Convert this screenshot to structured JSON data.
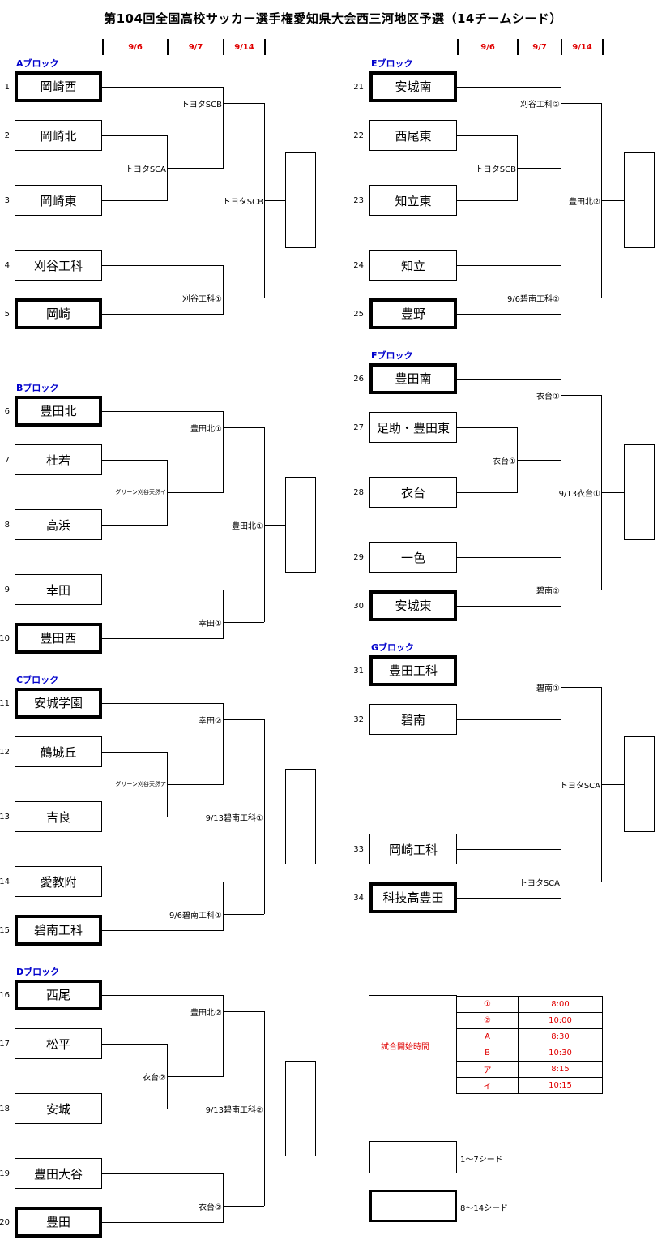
{
  "title": "第104回全国高校サッカー選手権愛知県大会西三河地区予選（14チームシード）",
  "dates": [
    "9/6",
    "9/7",
    "9/14"
  ],
  "blocks": [
    "Aブロック",
    "Bブロック",
    "Cブロック",
    "Dブロック",
    "Eブロック",
    "Fブロック",
    "Gブロック"
  ],
  "teams": [
    {
      "num": "1",
      "name": "岡崎西"
    },
    {
      "num": "2",
      "name": "岡崎北"
    },
    {
      "num": "3",
      "name": "岡崎東"
    },
    {
      "num": "4",
      "name": "刈谷工科"
    },
    {
      "num": "5",
      "name": "岡崎"
    },
    {
      "num": "6",
      "name": "豊田北"
    },
    {
      "num": "7",
      "name": "杜若"
    },
    {
      "num": "8",
      "name": "高浜"
    },
    {
      "num": "9",
      "name": "幸田"
    },
    {
      "num": "10",
      "name": "豊田西"
    },
    {
      "num": "11",
      "name": "安城学園"
    },
    {
      "num": "12",
      "name": "鶴城丘"
    },
    {
      "num": "13",
      "name": "吉良"
    },
    {
      "num": "14",
      "name": "愛教附"
    },
    {
      "num": "15",
      "name": "碧南工科"
    },
    {
      "num": "16",
      "name": "西尾"
    },
    {
      "num": "17",
      "name": "松平"
    },
    {
      "num": "18",
      "name": "安城"
    },
    {
      "num": "19",
      "name": "豊田大谷"
    },
    {
      "num": "20",
      "name": "豊田"
    },
    {
      "num": "21",
      "name": "安城南"
    },
    {
      "num": "22",
      "name": "西尾東"
    },
    {
      "num": "23",
      "name": "知立東"
    },
    {
      "num": "24",
      "name": "知立"
    },
    {
      "num": "25",
      "name": "豊野"
    },
    {
      "num": "26",
      "name": "豊田南"
    },
    {
      "num": "27",
      "name": "足助・豊田東"
    },
    {
      "num": "28",
      "name": "衣台"
    },
    {
      "num": "29",
      "name": "一色"
    },
    {
      "num": "30",
      "name": "安城東"
    },
    {
      "num": "31",
      "name": "豊田工科"
    },
    {
      "num": "32",
      "name": "碧南"
    },
    {
      "num": "33",
      "name": "岡崎工科"
    },
    {
      "num": "34",
      "name": "科技高豊田"
    }
  ],
  "venues": {
    "a1": "トヨタSCA",
    "a2": "トヨタSCB",
    "a3": "刈谷工科①",
    "a4": "トヨタSCB",
    "b1": "グリーン刈谷天然イ",
    "b2": "豊田北①",
    "b3": "幸田①",
    "b4": "豊田北①",
    "c1": "グリーン刈谷天然ア",
    "c2": "幸田②",
    "c3": "9/6碧南工科①",
    "c4": "9/13碧南工科①",
    "d1": "衣台②",
    "d2": "豊田北②",
    "d3": "衣台②",
    "d4": "9/13碧南工科②",
    "e1": "トヨタSCB",
    "e2": "刈谷工科②",
    "e3": "9/6碧南工科②",
    "e4": "豊田北②",
    "f1": "衣台①",
    "f2": "衣台①",
    "f3": "碧南②",
    "f4": "9/13衣台①",
    "g1": "碧南①",
    "g2": "トヨタSCA",
    "g3": "トヨタSCA"
  },
  "schedule": {
    "label": "試合開始時間",
    "rows": [
      {
        "key": "①",
        "time": "8:00"
      },
      {
        "key": "②",
        "time": "10:00"
      },
      {
        "key": "A",
        "time": "8:30"
      },
      {
        "key": "B",
        "time": "10:30"
      },
      {
        "key": "ア",
        "time": "8:15"
      },
      {
        "key": "イ",
        "time": "10:15"
      }
    ]
  },
  "legend": {
    "seed1": "1～7シード",
    "seed2": "8～14シード"
  }
}
